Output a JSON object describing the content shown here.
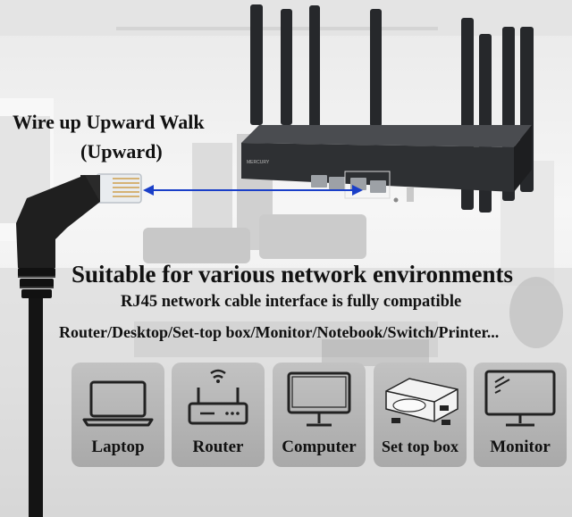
{
  "headings": {
    "wire_up": "Wire up Upward Walk",
    "upward": "(Upward)",
    "suitable": "Suitable for various network environments",
    "rj45": "RJ45 network cable interface is fully compatible",
    "devices": "Router/Desktop/Set-top box/Monitor/Notebook/Switch/Printer..."
  },
  "device_tiles": [
    {
      "label": "Laptop",
      "icon": "laptop-icon"
    },
    {
      "label": "Router",
      "icon": "router-icon"
    },
    {
      "label": "Computer",
      "icon": "computer-icon"
    },
    {
      "label": "Set top box",
      "icon": "set-top-box-icon"
    },
    {
      "label": "Monitor",
      "icon": "monitor-icon"
    }
  ],
  "colors": {
    "arrow": "#1a3fc8",
    "router_body": "#2e3033",
    "tile": "#b5b5b5",
    "text": "#111111"
  }
}
